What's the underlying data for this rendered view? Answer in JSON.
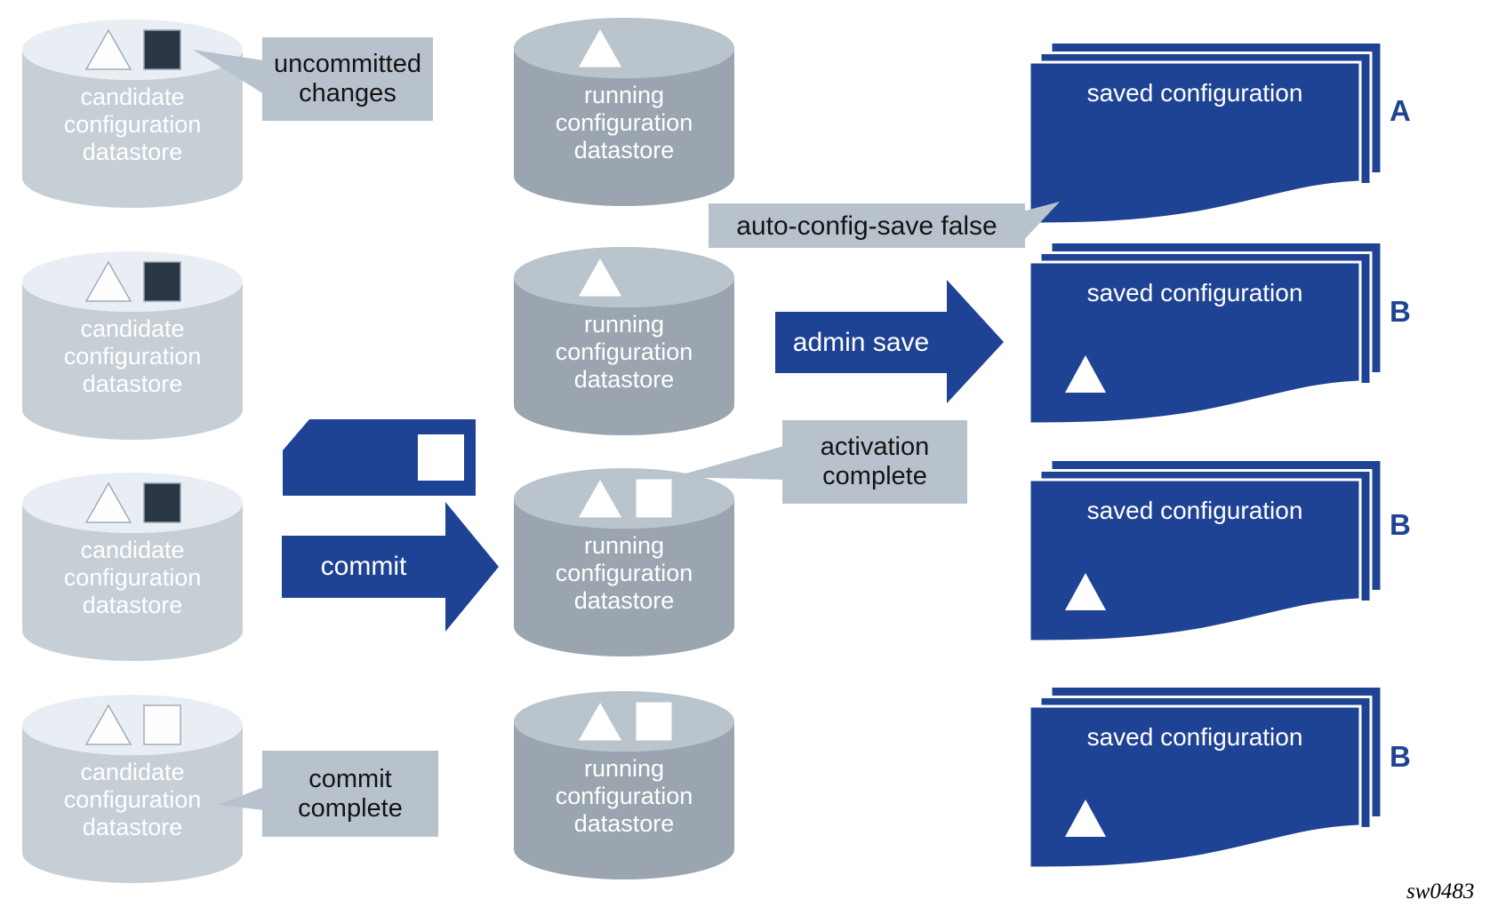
{
  "figure_id": "sw0483",
  "colors": {
    "accent_blue": "#1f4394",
    "dark_change_square": "#2b3645",
    "candidate_cylinder_body": "#c6cfd6",
    "candidate_cylinder_top": "#e9eef4",
    "running_cylinder_body": "#9aa5af",
    "running_cylinder_top": "#b9c4cd",
    "callout_background": "#b8c2cc",
    "text_on_shapes": "#ffffff"
  },
  "cylinders": [
    {
      "id": "candidate-1",
      "label": "candidate configuration datastore",
      "symbols": [
        "white-triangle",
        "dark-square"
      ]
    },
    {
      "id": "candidate-2",
      "label": "candidate configuration datastore",
      "symbols": [
        "white-triangle",
        "dark-square"
      ]
    },
    {
      "id": "candidate-3",
      "label": "candidate configuration datastore",
      "symbols": [
        "white-triangle",
        "dark-square"
      ]
    },
    {
      "id": "candidate-4",
      "label": "candidate configuration datastore",
      "symbols": [
        "outline-triangle",
        "outline-square"
      ]
    },
    {
      "id": "running-1",
      "label": "running configuration datastore",
      "symbols": [
        "white-triangle"
      ]
    },
    {
      "id": "running-2",
      "label": "running configuration datastore",
      "symbols": [
        "white-triangle"
      ]
    },
    {
      "id": "running-3",
      "label": "running configuration datastore",
      "symbols": [
        "white-triangle",
        "white-square"
      ]
    },
    {
      "id": "running-4",
      "label": "running configuration datastore",
      "symbols": [
        "white-triangle",
        "white-square"
      ]
    }
  ],
  "stacks": [
    {
      "label": "saved configuration",
      "tag": "A",
      "has_triangle": false
    },
    {
      "label": "saved configuration",
      "tag": "B",
      "has_triangle": true
    },
    {
      "label": "saved configuration",
      "tag": "B",
      "has_triangle": true
    },
    {
      "label": "saved configuration",
      "tag": "B",
      "has_triangle": true
    }
  ],
  "callouts": {
    "uncommitted": "uncommitted changes",
    "auto_config_save": "auto-config-save false",
    "activation": "activation complete",
    "commit_complete": "commit complete"
  },
  "arrows": {
    "admin_save": "admin save",
    "commit": "commit"
  }
}
